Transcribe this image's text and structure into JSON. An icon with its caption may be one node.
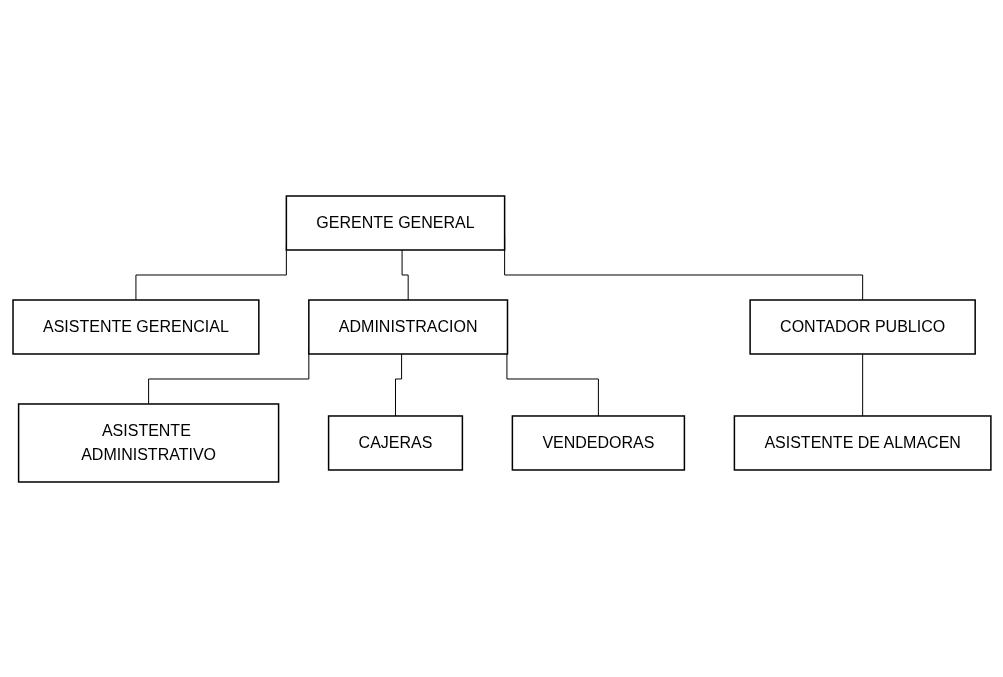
{
  "diagram": {
    "nodes": [
      {
        "text": [
          "GERENTE GENERAL"
        ]
      },
      {
        "text": [
          "ASISTENTE GERENCIAL"
        ]
      },
      {
        "text": [
          "ADMINISTRACION"
        ]
      },
      {
        "text": [
          "CONTADOR PUBLICO"
        ]
      },
      {
        "text": [
          "ASISTENTE ADMINISTRATIVO"
        ]
      },
      {
        "text": [
          "CAJERAS"
        ]
      },
      {
        "text": [
          "VENDEDORAS"
        ]
      },
      {
        "text": [
          "ASISTENTE DE ALMACEN"
        ]
      }
    ],
    "edges": [
      {
        "from": 0,
        "to": 1,
        "arrow": "none"
      },
      {
        "from": 0,
        "to": 2,
        "arrow": "none"
      },
      {
        "from": 0,
        "to": 3,
        "arrow": "none"
      },
      {
        "from": 2,
        "to": 4,
        "arrow": "none"
      },
      {
        "from": 2,
        "to": 5,
        "arrow": "none"
      },
      {
        "from": 2,
        "to": 6,
        "arrow": "none"
      },
      {
        "from": 3,
        "to": 7,
        "arrow": "none"
      }
    ]
  }
}
